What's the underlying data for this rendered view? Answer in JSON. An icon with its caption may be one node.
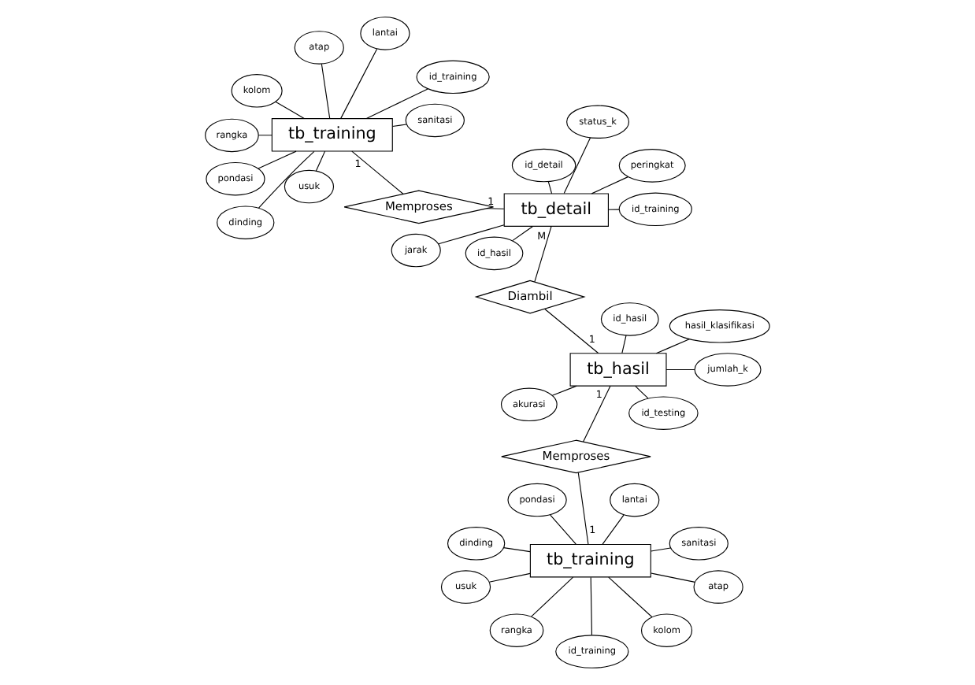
{
  "diagram": {
    "nodes": [
      {
        "text": [
          "tb_training"
        ]
      },
      {
        "text": [
          "sanitasi"
        ]
      },
      {
        "text": [
          "id_training"
        ]
      },
      {
        "text": [
          "pondasi"
        ]
      },
      {
        "text": [
          "lantai"
        ]
      },
      {
        "text": [
          "dinding"
        ]
      },
      {
        "text": [
          "usuk"
        ]
      },
      {
        "text": [
          "atap"
        ]
      },
      {
        "text": [
          "rangka"
        ]
      },
      {
        "text": [
          "kolom"
        ]
      },
      {
        "text": [
          "tb_training"
        ]
      },
      {
        "text": [
          "pondasi"
        ]
      },
      {
        "text": [
          "sanitasi"
        ]
      },
      {
        "text": [
          "id_training"
        ]
      },
      {
        "text": [
          "lantai"
        ]
      },
      {
        "text": [
          "dinding"
        ]
      },
      {
        "text": [
          "usuk"
        ]
      },
      {
        "text": [
          "atap"
        ]
      },
      {
        "text": [
          "rangka"
        ]
      },
      {
        "text": [
          "kolom"
        ]
      },
      {
        "text": [
          "Memproses"
        ]
      },
      {
        "text": [
          "Memproses"
        ]
      },
      {
        "text": [
          "tb_hasil"
        ]
      },
      {
        "text": [
          "hasil_klasifikasi"
        ]
      },
      {
        "text": [
          "id_hasil"
        ]
      },
      {
        "text": [
          "id_testing"
        ]
      },
      {
        "text": [
          "jumlah_k"
        ]
      },
      {
        "text": [
          "akurasi"
        ]
      },
      {
        "text": [
          "Diambil"
        ]
      },
      {
        "text": [
          "tb_detail"
        ]
      },
      {
        "text": [
          "status_k"
        ]
      },
      {
        "text": [
          "peringkat"
        ]
      },
      {
        "text": [
          "jarak"
        ]
      },
      {
        "text": [
          "id_detail"
        ]
      },
      {
        "text": [
          "id_training"
        ]
      },
      {
        "text": [
          "id_hasil"
        ]
      }
    ],
    "edges": [
      {
        "from": 0,
        "to": 1,
        "arrow": "none"
      },
      {
        "from": 0,
        "to": 2,
        "arrow": "none"
      },
      {
        "from": 0,
        "to": 3,
        "arrow": "none"
      },
      {
        "from": 0,
        "to": 4,
        "arrow": "none"
      },
      {
        "from": 0,
        "to": 5,
        "arrow": "none"
      },
      {
        "from": 0,
        "to": 6,
        "arrow": "none"
      },
      {
        "from": 0,
        "to": 7,
        "arrow": "none"
      },
      {
        "from": 0,
        "to": 8,
        "arrow": "none"
      },
      {
        "from": 0,
        "to": 9,
        "arrow": "none"
      },
      {
        "from": 10,
        "to": 11,
        "arrow": "none"
      },
      {
        "from": 10,
        "to": 12,
        "arrow": "none"
      },
      {
        "from": 10,
        "to": 13,
        "arrow": "none"
      },
      {
        "from": 10,
        "to": 14,
        "arrow": "none"
      },
      {
        "from": 10,
        "to": 15,
        "arrow": "none"
      },
      {
        "from": 10,
        "to": 16,
        "arrow": "none"
      },
      {
        "from": 10,
        "to": 17,
        "arrow": "none"
      },
      {
        "from": 10,
        "to": 18,
        "arrow": "none"
      },
      {
        "from": 10,
        "to": 19,
        "arrow": "none"
      },
      {
        "from": 0,
        "to": 20,
        "arrow": "none",
        "label": "1"
      },
      {
        "from": 10,
        "to": 21,
        "arrow": "none",
        "label": "1"
      },
      {
        "from": 22,
        "to": 20,
        "arrow": "none",
        "label": "1"
      },
      {
        "from": 29,
        "to": 21,
        "arrow": "none",
        "label": "1"
      },
      {
        "from": 22,
        "to": 23,
        "arrow": "none"
      },
      {
        "from": 22,
        "to": 24,
        "arrow": "none"
      },
      {
        "from": 22,
        "to": 25,
        "arrow": "none"
      },
      {
        "from": 22,
        "to": 26,
        "arrow": "none"
      },
      {
        "from": 22,
        "to": 27,
        "arrow": "none"
      },
      {
        "from": 22,
        "to": 28,
        "arrow": "none",
        "label": "1"
      },
      {
        "from": 29,
        "to": 28,
        "arrow": "none",
        "label": "M"
      },
      {
        "from": 29,
        "to": 30,
        "arrow": "none"
      },
      {
        "from": 29,
        "to": 31,
        "arrow": "none"
      },
      {
        "from": 29,
        "to": 32,
        "arrow": "none"
      },
      {
        "from": 29,
        "to": 33,
        "arrow": "none"
      },
      {
        "from": 29,
        "to": 34,
        "arrow": "none"
      },
      {
        "from": 29,
        "to": 35,
        "arrow": "none"
      }
    ]
  }
}
